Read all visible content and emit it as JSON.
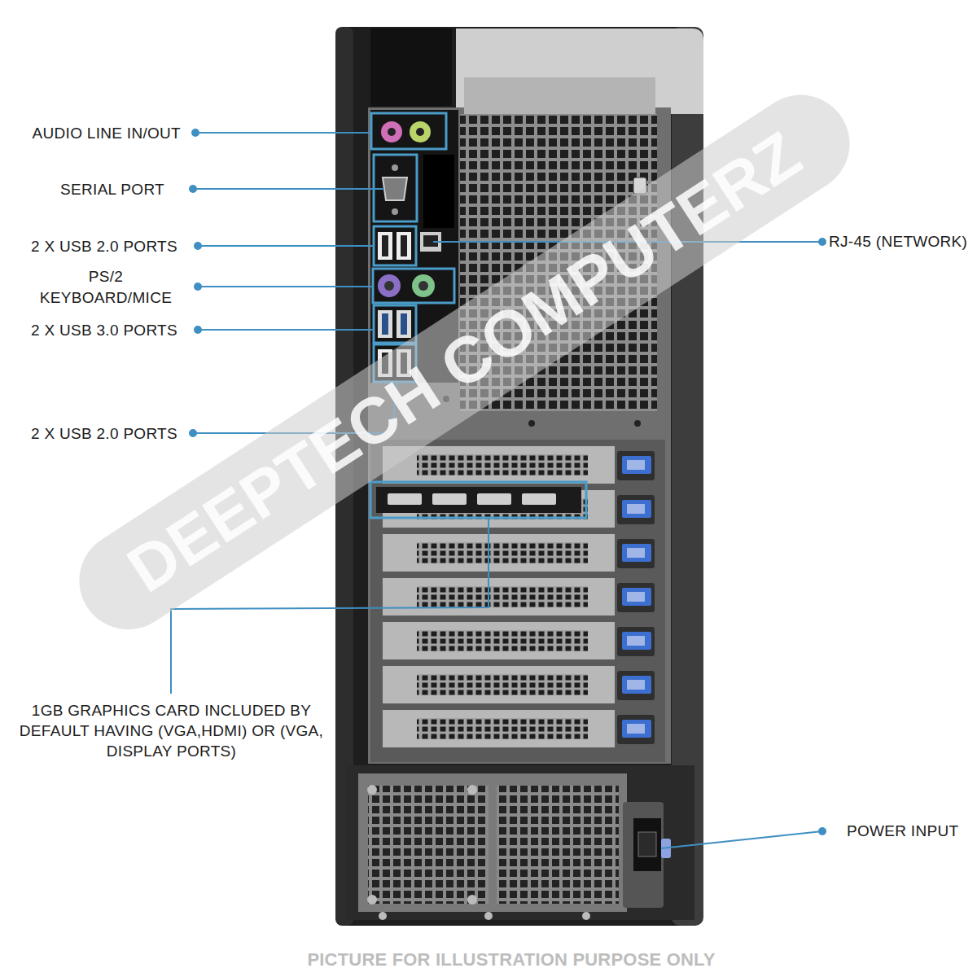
{
  "diagram": {
    "caption": "PICTURE FOR ILLUSTRATION PURPOSE ONLY",
    "labels": [
      "AUDIO LINE IN/OUT",
      "SERIAL PORT",
      "2 X USB 2.0 PORTS",
      "PS/2 KEYBOARD/MICE",
      "2 X USB 3.0 PORTS",
      "2 X USB 2.0 PORTS",
      "1GB GRAPHICS CARD INCLUDED BY DEFAULT HAVING (VGA,HDMI) OR (VGA, DISPLAY PORTS)",
      "RJ-45 (NETWORK)",
      "POWER INPUT",
      "DEEPTECH COMPUTERZ"
    ]
  }
}
